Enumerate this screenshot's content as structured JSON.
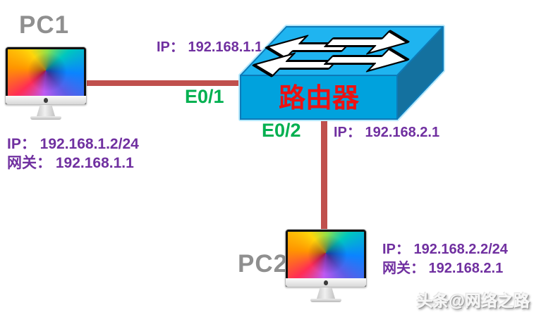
{
  "diagram_title": "PC-Router-PC network topology",
  "pc1": {
    "name": "PC1",
    "ip_line": "IP： 192.168.1.2/24",
    "gateway_line": "网关： 192.168.1.1"
  },
  "router": {
    "name": "路由器",
    "if1": {
      "label": "E0/1",
      "ip_line": "IP： 192.168.1.1"
    },
    "if2": {
      "label": "E0/2",
      "ip_line": "IP： 192.168.2.1"
    }
  },
  "pc2": {
    "name": "PC2",
    "ip_line": "IP： 192.168.2.2/24",
    "gateway_line": "网关： 192.168.2.1"
  },
  "watermark": "头条@网络之路",
  "icons": {
    "router_arrows": "switch-traffic-arrows-icon",
    "apple_logo": "apple-logo-icon"
  },
  "colors": {
    "label_purple": "#7030A0",
    "interface_green": "#00B050",
    "router_text_red": "#EE1111",
    "link_red": "#C0504D",
    "pc_name_gray": "#8F8F8F",
    "router_front": "#00A2DD",
    "router_top": "#1FB4F0",
    "router_side": "#14719F"
  }
}
